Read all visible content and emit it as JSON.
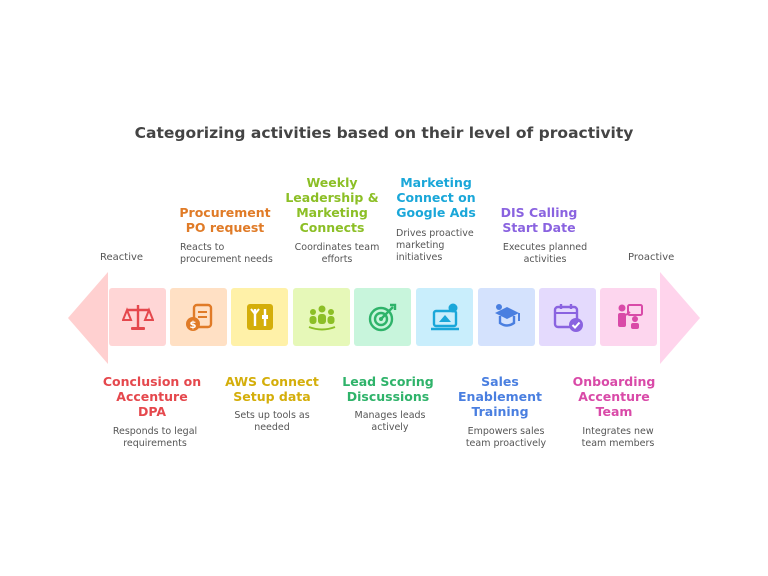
{
  "title": "Categorizing activities based on their level of proactivity",
  "scale": {
    "left_label": "Reactive",
    "right_label": "Proactive"
  },
  "colors": {
    "arrow_left": "#ffd0d0",
    "arrow_right": "#ffd4ec"
  },
  "steps": [
    {
      "icon": "scales-icon",
      "heading": "Conclusion on\nAccenture\nDPA",
      "desc": "Responds to legal\nrequirements",
      "position": "below",
      "color": "#e5484d",
      "tile": "#ffd6d6"
    },
    {
      "icon": "dollar-document-icon",
      "heading": "Procurement\nPO request",
      "desc": "Reacts to\nprocurement needs",
      "position": "above",
      "color": "#e07b27",
      "tile": "#ffe0c4"
    },
    {
      "icon": "tools-icon",
      "heading": "AWS Connect\nSetup data",
      "desc": "Sets up tools as\nneeded",
      "position": "below",
      "color": "#d4ae0a",
      "tile": "#fff1a8"
    },
    {
      "icon": "team-icon",
      "heading": "Weekly\nLeadership &\nMarketing\nConnects",
      "desc": "Coordinates team\nefforts",
      "position": "above",
      "color": "#8cbf26",
      "tile": "#e6f8b8"
    },
    {
      "icon": "target-icon",
      "heading": "Lead Scoring\nDiscussions",
      "desc": "Manages leads\nactively",
      "position": "below",
      "color": "#2fb36a",
      "tile": "#c8f5dc"
    },
    {
      "icon": "laptop-upload-icon",
      "heading": "Marketing\nConnect on\nGoogle Ads",
      "desc": "Drives proactive\nmarketing\ninitiatives",
      "position": "above",
      "color": "#1aa7d9",
      "tile": "#c9eefc"
    },
    {
      "icon": "graduation-icon",
      "heading": "Sales\nEnablement\nTraining",
      "desc": "Empowers sales\nteam proactively",
      "position": "below",
      "color": "#4a7fe0",
      "tile": "#d4e2fd"
    },
    {
      "icon": "calendar-check-icon",
      "heading": "DIS Calling\nStart Date",
      "desc": "Executes planned\nactivities",
      "position": "above",
      "color": "#8a63e0",
      "tile": "#e4dafd"
    },
    {
      "icon": "onboarding-icon",
      "heading": "Onboarding\nAccenture\nTeam",
      "desc": "Integrates new\nteam members",
      "position": "below",
      "color": "#d94aa8",
      "tile": "#fdd6ee"
    }
  ]
}
